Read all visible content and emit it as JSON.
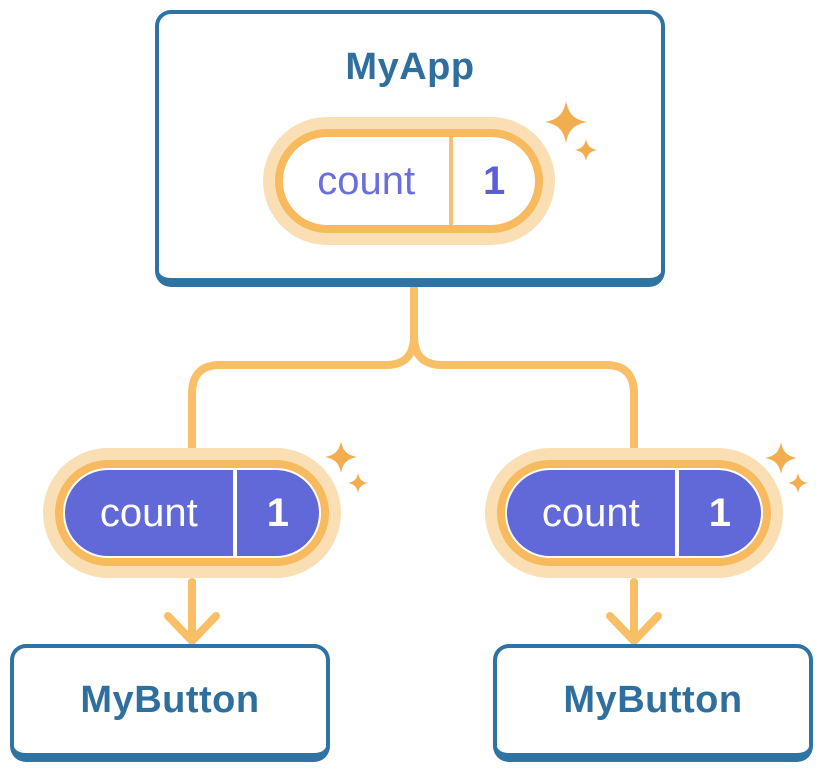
{
  "diagram": {
    "root": {
      "title": "MyApp",
      "pill": {
        "label": "count",
        "value": "1"
      }
    },
    "children": [
      {
        "title": "MyButton",
        "pill": {
          "label": "count",
          "value": "1"
        }
      },
      {
        "title": "MyButton",
        "pill": {
          "label": "count",
          "value": "1"
        }
      }
    ]
  },
  "icons": {
    "sparkle": "four-point-star"
  },
  "colors": {
    "background": "#FFFFFF",
    "card_fill": "#FFFFFF",
    "card_border": "#2E73A4",
    "title_text": "#2F6F9D",
    "state_text": "#6B6FDC",
    "state_value_text": "#5B5ED6",
    "divider_top": "#F8C170",
    "prop_fill": "#6168D8",
    "prop_text": "#FFFFFF",
    "pill_ring": "#F7BA5E",
    "pill_glow": "#FBDFB4",
    "connector": "#F9BF66",
    "sparkle": "#F2AD4E"
  }
}
